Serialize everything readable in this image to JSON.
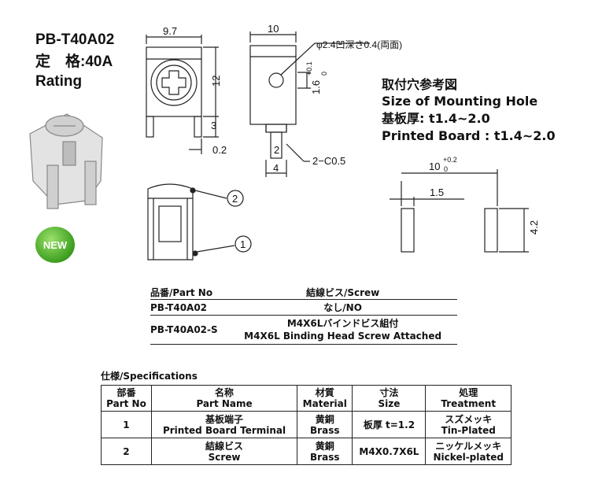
{
  "header": {
    "model": "PB-T40A02",
    "rating_jp": "定　格:40A",
    "rating_en": "Rating",
    "badge": "NEW"
  },
  "dimensions": {
    "front_width": "9.7",
    "front_height": "12",
    "front_pin": "3",
    "front_offset": "0.2",
    "side_width": "10",
    "hole_note": "φ2.4凹深さ0.4(両面)",
    "side_height": "1.6",
    "side_height_tol_top": "+0.1",
    "side_height_tol_bot": "0",
    "pin_width": "2",
    "pin_base": "4",
    "chamfer": "2−C0.5",
    "callout_2": "2",
    "callout_1": "1"
  },
  "mounting": {
    "title_jp": "取付穴参考図",
    "title_en": "Size of Mounting Hole",
    "board_jp": "基板厚: t1.4~2.0",
    "board_en": "Printed Board : t1.4~2.0",
    "span": "10",
    "span_tol_top": "+0.2",
    "span_tol_bot": "0",
    "slot_width": "1.5",
    "slot_height": "4.2"
  },
  "part_table": {
    "headers": [
      "品番/Part No",
      "結線ビス/Screw"
    ],
    "rows": [
      {
        "part": "PB-T40A02",
        "screw1": "なし/NO",
        "screw2": ""
      },
      {
        "part": "PB-T40A02-S",
        "screw1": "M4X6Lバインドビス組付",
        "screw2": "M4X6L Binding Head Screw Attached"
      }
    ]
  },
  "spec": {
    "title": "仕様/Specifications",
    "headers": [
      {
        "jp": "部番",
        "en": "Part No"
      },
      {
        "jp": "名称",
        "en": "Part Name"
      },
      {
        "jp": "材質",
        "en": "Material"
      },
      {
        "jp": "寸法",
        "en": "Size"
      },
      {
        "jp": "処理",
        "en": "Treatment"
      }
    ],
    "rows": [
      {
        "no": "1",
        "name_jp": "基板端子",
        "name_en": "Printed Board Terminal",
        "mat_jp": "黄銅",
        "mat_en": "Brass",
        "size": "板厚 t=1.2",
        "treat_jp": "スズメッキ",
        "treat_en": "Tin-Plated"
      },
      {
        "no": "2",
        "name_jp": "結線ビス",
        "name_en": "Screw",
        "mat_jp": "黄銅",
        "mat_en": "Brass",
        "size": "M4X0.7X6L",
        "treat_jp": "ニッケルメッキ",
        "treat_en": "Nickel-plated"
      }
    ]
  }
}
